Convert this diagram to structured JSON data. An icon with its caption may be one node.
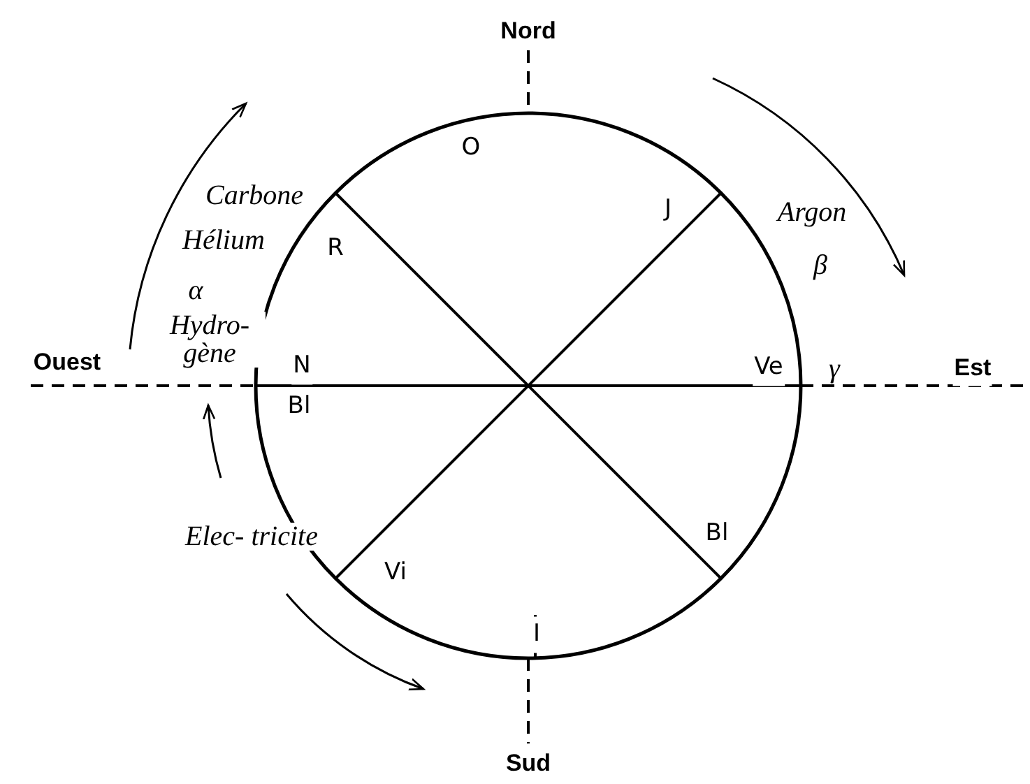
{
  "diagram": {
    "labels": [
      "Nord",
      "O",
      "Carbone",
      "J",
      "Argon",
      "β",
      "Hélium",
      "R",
      "α",
      "Hydro- gène",
      "Ouest",
      "N",
      "Ve",
      "γ",
      "Est",
      "Bl",
      "Elec- tricite",
      "Bl",
      "Vi",
      "I",
      "Sud"
    ]
  }
}
